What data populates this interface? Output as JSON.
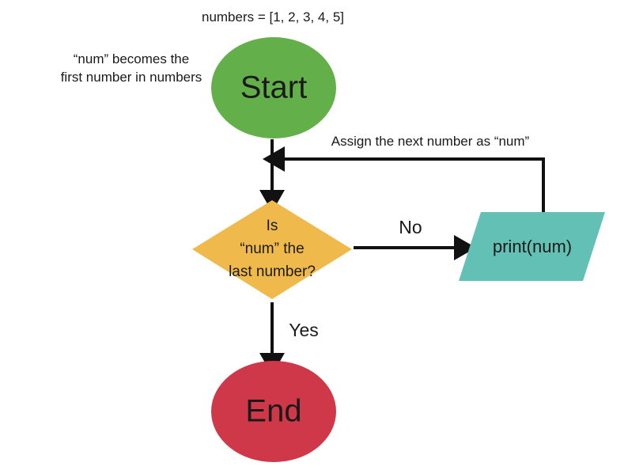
{
  "diagram": {
    "title_note": "numbers = [1, 2, 3, 4, 5]",
    "background_color": "#ffffff",
    "line_color": "#111111",
    "text_color": "#1a1a1a",
    "annotations": {
      "init_line1": "“num” becomes the",
      "init_line2": "first number in numbers",
      "loop_back": "Assign the next number as “num”"
    },
    "nodes": {
      "start": {
        "label": "Start",
        "shape": "ellipse",
        "color": "#63B04A"
      },
      "decision": {
        "shape": "diamond",
        "color": "#EFBA4B",
        "line1": "Is",
        "line2": "“num” the",
        "line3": "last number?"
      },
      "process": {
        "label": "print(num)",
        "shape": "parallelogram",
        "color": "#62C0B4"
      },
      "end": {
        "label": "End",
        "shape": "ellipse",
        "color": "#CE3848"
      }
    },
    "edges": {
      "no_label": "No",
      "yes_label": "Yes"
    }
  }
}
